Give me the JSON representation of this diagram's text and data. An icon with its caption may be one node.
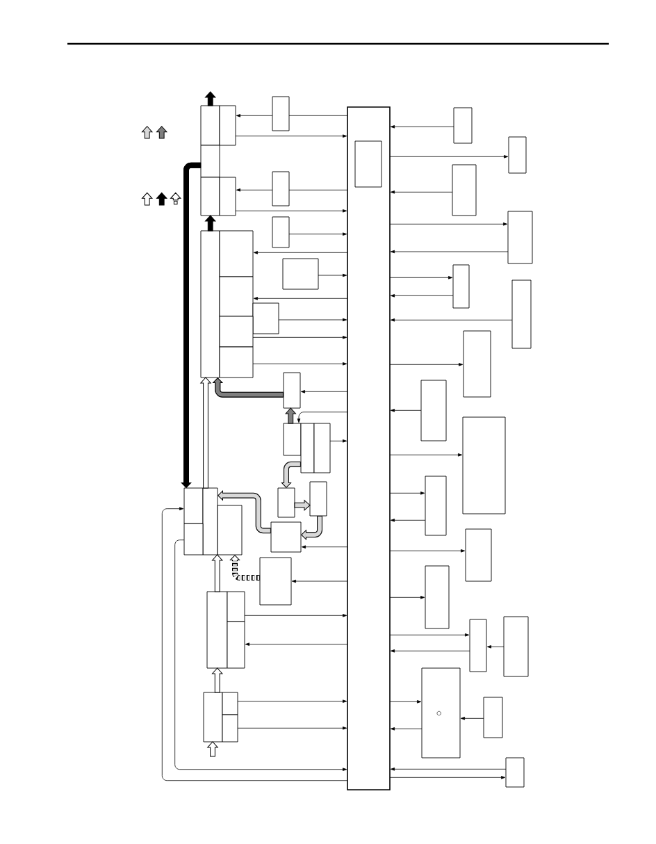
{
  "diagram": {
    "nodes": [
      {
        "text": [],
        "shape": "box"
      },
      {
        "text": [],
        "shape": "box"
      },
      {
        "text": [],
        "shape": "box"
      },
      {
        "text": [],
        "shape": "box"
      },
      {
        "text": [],
        "shape": "box",
        "in": 3
      },
      {
        "text": [],
        "shape": "box"
      },
      {
        "text": [],
        "shape": "box"
      },
      {
        "text": [],
        "shape": "box"
      },
      {
        "text": [],
        "shape": "box"
      },
      {
        "text": [],
        "shape": "box"
      },
      {
        "text": [],
        "shape": "box"
      },
      {
        "text": [],
        "shape": "box"
      },
      {
        "text": [],
        "shape": "box"
      },
      {
        "text": [],
        "shape": "box"
      },
      {
        "text": [],
        "shape": "box"
      },
      {
        "text": [],
        "shape": "box"
      },
      {
        "text": [],
        "shape": "box"
      },
      {
        "text": [],
        "shape": "box"
      },
      {
        "text": [],
        "shape": "box"
      },
      {
        "text": [],
        "shape": "box"
      },
      {
        "text": [],
        "shape": "box"
      },
      {
        "text": [],
        "shape": "box"
      },
      {
        "text": [],
        "shape": "box"
      },
      {
        "text": [],
        "shape": "box"
      },
      {
        "text": [],
        "shape": "box"
      },
      {
        "text": [],
        "shape": "box"
      },
      {
        "text": [],
        "shape": "box"
      },
      {
        "text": [],
        "shape": "box"
      },
      {
        "text": [],
        "shape": "box"
      },
      {
        "text": [],
        "shape": "box"
      },
      {
        "text": [],
        "shape": "box"
      },
      {
        "text": [],
        "shape": "box"
      },
      {
        "text": [],
        "shape": "box"
      },
      {
        "text": [],
        "shape": "box"
      },
      {
        "text": [],
        "shape": "box"
      },
      {
        "text": [],
        "shape": "box"
      },
      {
        "text": [],
        "shape": "box"
      },
      {
        "text": [],
        "shape": "box"
      },
      {
        "text": [],
        "shape": "box"
      },
      {
        "text": [],
        "shape": "box"
      },
      {
        "text": [],
        "shape": "box"
      },
      {
        "text": [],
        "shape": "box"
      },
      {
        "text": [],
        "shape": "box"
      },
      {
        "text": [],
        "shape": "box"
      },
      {
        "text": [],
        "shape": "box"
      },
      {
        "text": [],
        "shape": "box"
      },
      {
        "text": [],
        "shape": "box"
      },
      {
        "text": [],
        "shape": "box"
      },
      {
        "text": [],
        "shape": "box"
      },
      {
        "text": [],
        "shape": "box"
      },
      {
        "text": [],
        "shape": "box"
      },
      {
        "text": [],
        "shape": "box"
      }
    ],
    "edges": [
      {
        "from": 3,
        "to": 2,
        "arrow": "none"
      },
      {
        "from": 2,
        "to": 1,
        "arrow": "to"
      },
      {
        "from": 1,
        "to": 3,
        "arrow": "to"
      },
      {
        "from": 3,
        "to": 9,
        "arrow": "none"
      },
      {
        "from": 9,
        "to": 11,
        "arrow": "to"
      },
      {
        "from": 11,
        "to": 3,
        "arrow": "to"
      },
      {
        "from": 13,
        "to": 3,
        "arrow": "to"
      },
      {
        "from": 3,
        "to": 15,
        "arrow": "to"
      },
      {
        "from": 16,
        "to": 3,
        "arrow": "to"
      },
      {
        "from": 3,
        "to": 18,
        "arrow": "to"
      },
      {
        "from": 20,
        "to": 3,
        "arrow": "to"
      },
      {
        "from": 21,
        "to": 3,
        "arrow": "to"
      },
      {
        "from": 23,
        "to": 3,
        "arrow": "to"
      },
      {
        "from": 5,
        "to": 3,
        "arrow": "to"
      },
      {
        "from": 3,
        "to": 6,
        "arrow": "to"
      },
      {
        "from": 8,
        "to": 3,
        "arrow": "to"
      },
      {
        "from": 3,
        "to": 12,
        "arrow": "to"
      },
      {
        "from": 12,
        "to": 3,
        "arrow": "to"
      },
      {
        "from": 3,
        "to": 17,
        "arrow": "to"
      },
      {
        "from": 17,
        "to": 3,
        "arrow": "to"
      },
      {
        "from": 19,
        "to": 3,
        "arrow": "to"
      },
      {
        "from": 3,
        "to": 22,
        "arrow": "to"
      },
      {
        "from": 25,
        "to": 3,
        "arrow": "to"
      },
      {
        "from": 3,
        "to": 26,
        "arrow": "to"
      },
      {
        "from": 3,
        "to": 30,
        "arrow": "to"
      },
      {
        "from": 30,
        "to": 3,
        "arrow": "to"
      },
      {
        "from": 3,
        "to": 38,
        "arrow": "to"
      },
      {
        "from": 3,
        "to": 40,
        "arrow": "to"
      },
      {
        "from": 3,
        "to": 44,
        "arrow": "to"
      },
      {
        "from": 44,
        "to": 3,
        "arrow": "to"
      },
      {
        "from": 43,
        "to": 44,
        "arrow": "to"
      },
      {
        "from": 3,
        "to": 46,
        "arrow": "to"
      },
      {
        "from": 46,
        "to": 3,
        "arrow": "to"
      },
      {
        "from": 49,
        "to": 46,
        "arrow": "to"
      },
      {
        "from": 51,
        "to": 3,
        "arrow": "to"
      },
      {
        "from": 3,
        "to": 51,
        "arrow": "to"
      },
      {
        "from": 3,
        "to": 24,
        "arrow": "to"
      },
      {
        "from": 3,
        "to": 27,
        "arrow": "to"
      },
      {
        "from": 29,
        "to": 3,
        "arrow": "to"
      },
      {
        "from": 3,
        "to": 36,
        "arrow": "to"
      },
      {
        "from": 3,
        "to": 39,
        "arrow": "to"
      },
      {
        "from": 42,
        "to": 3,
        "arrow": "to"
      },
      {
        "from": 3,
        "to": 45,
        "arrow": "to"
      },
      {
        "from": 48,
        "to": 3,
        "arrow": "to"
      },
      {
        "from": 50,
        "to": 3,
        "arrow": "to"
      },
      {
        "from": 3,
        "to": 32,
        "arrow": "to"
      },
      {
        "from": 37,
        "to": 3,
        "arrow": "to"
      },
      {
        "from": 0,
        "to": null,
        "arrow": "to",
        "style": "thick",
        "color": "#000000"
      },
      {
        "from": 14,
        "to": 10,
        "arrow": "to",
        "style": "thick",
        "color": "#000000"
      },
      {
        "from": 7,
        "to": 32,
        "arrow": "to",
        "style": "thick",
        "color": "#000000"
      },
      {
        "from": 24,
        "to": 14,
        "arrow": "to",
        "style": "thick",
        "color": "#7f7f7f"
      },
      {
        "from": 27,
        "to": 24,
        "arrow": "to",
        "style": "thick",
        "color": "#7f7f7f"
      },
      {
        "from": 28,
        "to": 34,
        "arrow": "to",
        "style": "thick",
        "color": "#d9d9d9"
      },
      {
        "from": 34,
        "to": 31,
        "arrow": "to",
        "style": "thick",
        "color": "#d9d9d9"
      },
      {
        "from": 31,
        "to": 36,
        "arrow": "to",
        "style": "thick",
        "color": "#d9d9d9"
      },
      {
        "from": 36,
        "to": 33,
        "arrow": "to",
        "style": "thick",
        "color": "#d9d9d9"
      },
      {
        "from": 33,
        "to": 14,
        "arrow": "to",
        "style": "thick",
        "color": "#ffffff"
      },
      {
        "from": 41,
        "to": 33,
        "arrow": "to",
        "style": "thick",
        "color": "#ffffff"
      },
      {
        "from": 47,
        "to": 41,
        "arrow": "to",
        "style": "thick",
        "color": "#ffffff"
      },
      {
        "from": null,
        "to": 47,
        "arrow": "to",
        "style": "thick",
        "color": "#ffffff"
      },
      {
        "from": 39,
        "to": 35,
        "arrow": "to",
        "style": "dashed",
        "color": "#ffffff"
      }
    ]
  }
}
